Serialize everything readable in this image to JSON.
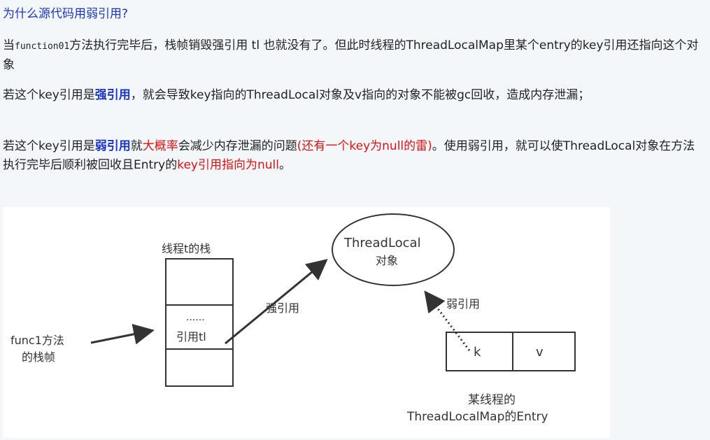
{
  "heading": "为什么源代码用弱引用?",
  "p1": {
    "pre": "当",
    "code": "function01",
    "post": "方法执行完毕后，栈帧销毁强引用 tl 也就没有了。但此时线程的ThreadLocalMap里某个entry的key引用还指向这个对象"
  },
  "p2": {
    "pre": "若这个key引用是",
    "strong": "强引用",
    "post": "，就会导致key指向的ThreadLocal对象及v指向的对象不能被gc回收，造成内存泄漏；"
  },
  "p3": {
    "pre": "若这个key引用是",
    "weak": "弱引用",
    "mid1": "就",
    "prob": "大概率",
    "mid2": "会减少内存泄漏的问题",
    "paren": "(还有一个key为null的雷)",
    "mid3": "。使用弱引用，就可以使ThreadLocal对象在方法执行完毕后顺利被回收且Entry的",
    "keynull": "key引用指向为null",
    "end": "。"
  },
  "diagram": {
    "stack_title": "线程t的栈",
    "dots": "......",
    "ref_tl": "引用tl",
    "func_line1": "func1方法",
    "func_line2": "的栈帧",
    "strong_ref": "强引用",
    "tl_line1": "ThreadLocal",
    "tl_line2": "对象",
    "weak_ref": "弱引用",
    "k": "k",
    "v": "v",
    "entry_line1": "某线程的",
    "entry_line2": "ThreadLocalMap的Entry"
  }
}
